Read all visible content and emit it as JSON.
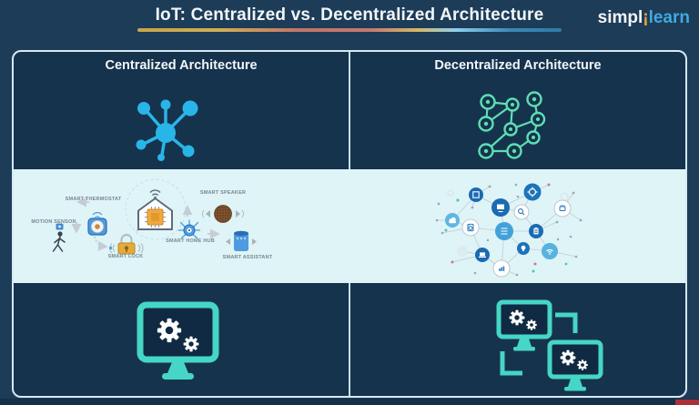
{
  "title": "IoT: Centralized vs. Decentralized Architecture",
  "logo": {
    "simpl": "simpl",
    "i_mark": "¡",
    "learn": "learn"
  },
  "panels": {
    "left": {
      "header": "Centralized Architecture"
    },
    "right": {
      "header": "Decentralized Architecture"
    }
  },
  "smart_home_diagram": {
    "labels": {
      "motion_sensor": "MOTION SENSOR",
      "smart_thermostat": "SMART THERMOSTAT",
      "smart_lock": "SMART LOCK",
      "smart_home_hub": "SMART HOME HUB",
      "smart_speaker": "SMART SPEAKER",
      "smart_assistant": "SMART ASSISTANT"
    }
  },
  "icons": {
    "centralized_network_icon": "hub-and-spoke",
    "decentralized_network_icon": "mesh-ring-nodes",
    "centralized_processing_icon": "monitor-with-gears",
    "decentralized_processing_icon": "linked-monitors-with-gears",
    "logo_icon": "simplilearn-wordmark"
  },
  "colors": {
    "page_background": "#1c3c58",
    "cell_background": "#16334d",
    "panel_border": "#d6e9f2",
    "band_background": "#def4f7",
    "centralized_icon": "#29b5e8",
    "decentralized_icon": "#5ddfb4",
    "monitor_icon": "#46d6c5",
    "logo_accent": "#e8a33d",
    "logo_learn": "#41a9dd",
    "underline_gradient": [
      "#c9a44a",
      "#c27468",
      "#d4b766",
      "#8ecfee",
      "#2d7ba8"
    ],
    "progress_red": "#ad2f36"
  }
}
